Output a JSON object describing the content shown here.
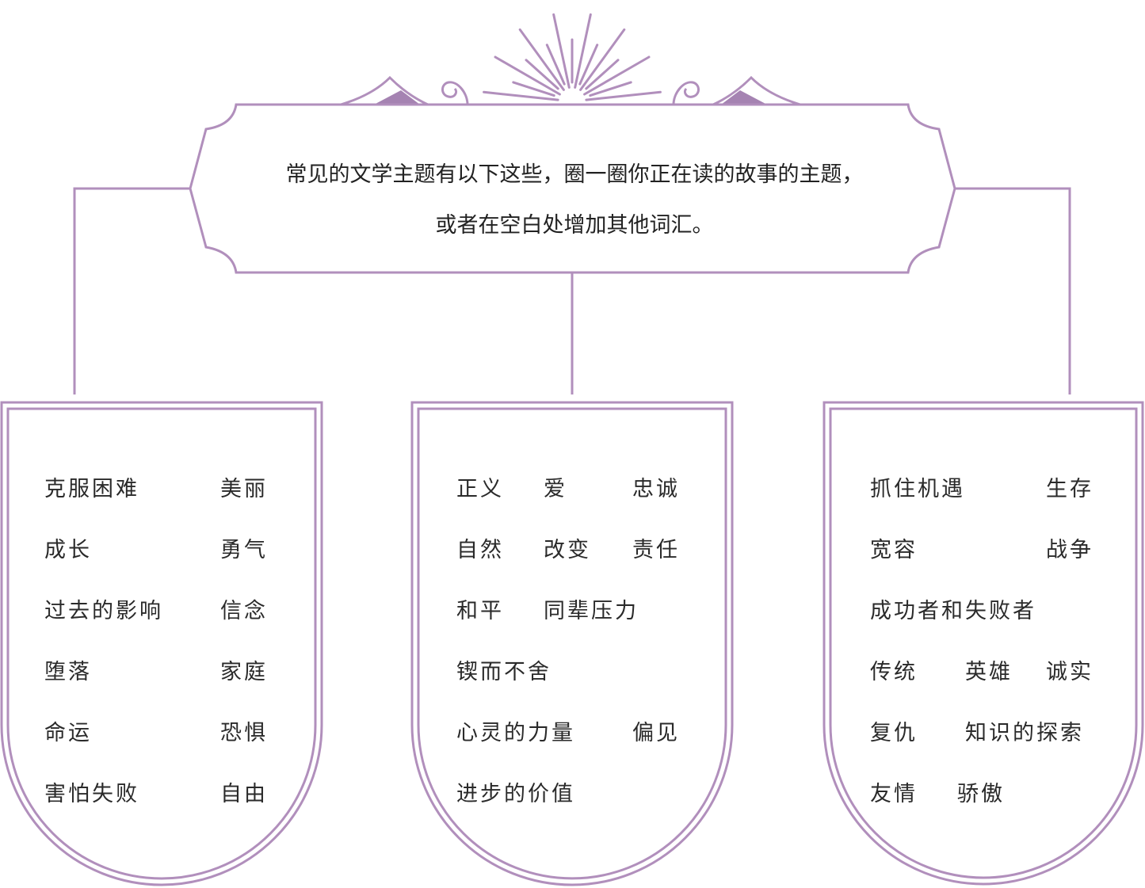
{
  "intro": {
    "line1": "常见的文学主题有以下这些，圈一圈你正在读的故事的主题，",
    "line2": "或者在空白处增加其他词汇。"
  },
  "colors": {
    "frame": "#b18fbc",
    "diamond": "#a583b2",
    "text": "#2a2a2a"
  },
  "cards": [
    {
      "rows": [
        [
          "克服困难",
          "美丽"
        ],
        [
          "成长",
          "勇气"
        ],
        [
          "过去的影响",
          "信念"
        ],
        [
          "堕落",
          "家庭"
        ],
        [
          "命运",
          "恐惧"
        ],
        [
          "害怕失败",
          "自由"
        ]
      ]
    },
    {
      "rows": [
        [
          "正义",
          "爱",
          "忠诚"
        ],
        [
          "自然",
          "改变",
          "责任"
        ],
        [
          "和平",
          "同辈压力"
        ],
        [
          "锲而不舍"
        ],
        [
          "心灵的力量",
          "偏见"
        ],
        [
          "进步的价值"
        ]
      ]
    },
    {
      "rows": [
        [
          "抓住机遇",
          "生存"
        ],
        [
          "宽容",
          "战争"
        ],
        [
          "成功者和失败者"
        ],
        [
          "传统",
          "英雄",
          "诚实"
        ],
        [
          "复仇",
          "知识的探索"
        ],
        [
          "友情",
          "骄傲"
        ]
      ]
    }
  ]
}
